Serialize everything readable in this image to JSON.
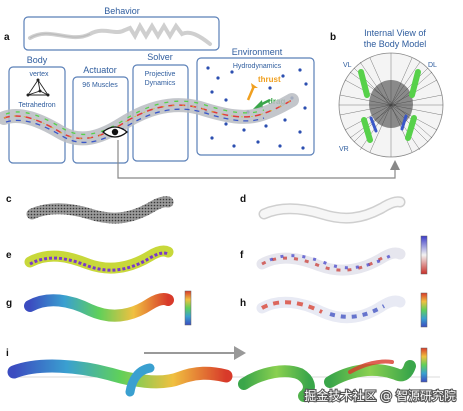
{
  "figure": {
    "panel_labels": {
      "a": "a",
      "b": "b",
      "c": "c",
      "d": "d",
      "e": "e",
      "f": "f",
      "g": "g",
      "h": "h",
      "i": "i"
    },
    "panel_a": {
      "behavior_title": "Behavior",
      "body": {
        "title": "Body",
        "vertex_label": "vertex",
        "tetra_label": "Tetrahedron"
      },
      "actuator": {
        "title": "Actuator",
        "muscles_label": "96 Muscles"
      },
      "solver": {
        "title": "Solver",
        "line1": "Projective",
        "line2": "Dynamics"
      },
      "environment": {
        "title": "Environment",
        "hydro_label": "Hydrodynamics",
        "thrust_label": "thrust",
        "drag_label": "drag"
      }
    },
    "panel_b": {
      "title_line1": "Internal View of",
      "title_line2": "the Body Model",
      "quadrant_labels": {
        "vl": "VL",
        "dl": "DL",
        "vr": "VR"
      }
    },
    "colors": {
      "box_stroke": "#5b80b8",
      "label_blue": "#2f5d9e",
      "thrust": "#f0a020",
      "drag": "#3aa64a",
      "muscle_green": "#57d14a",
      "muscle_blue": "#3a57c8"
    }
  },
  "watermark": "掘金技术社区 @ 智源研究院"
}
